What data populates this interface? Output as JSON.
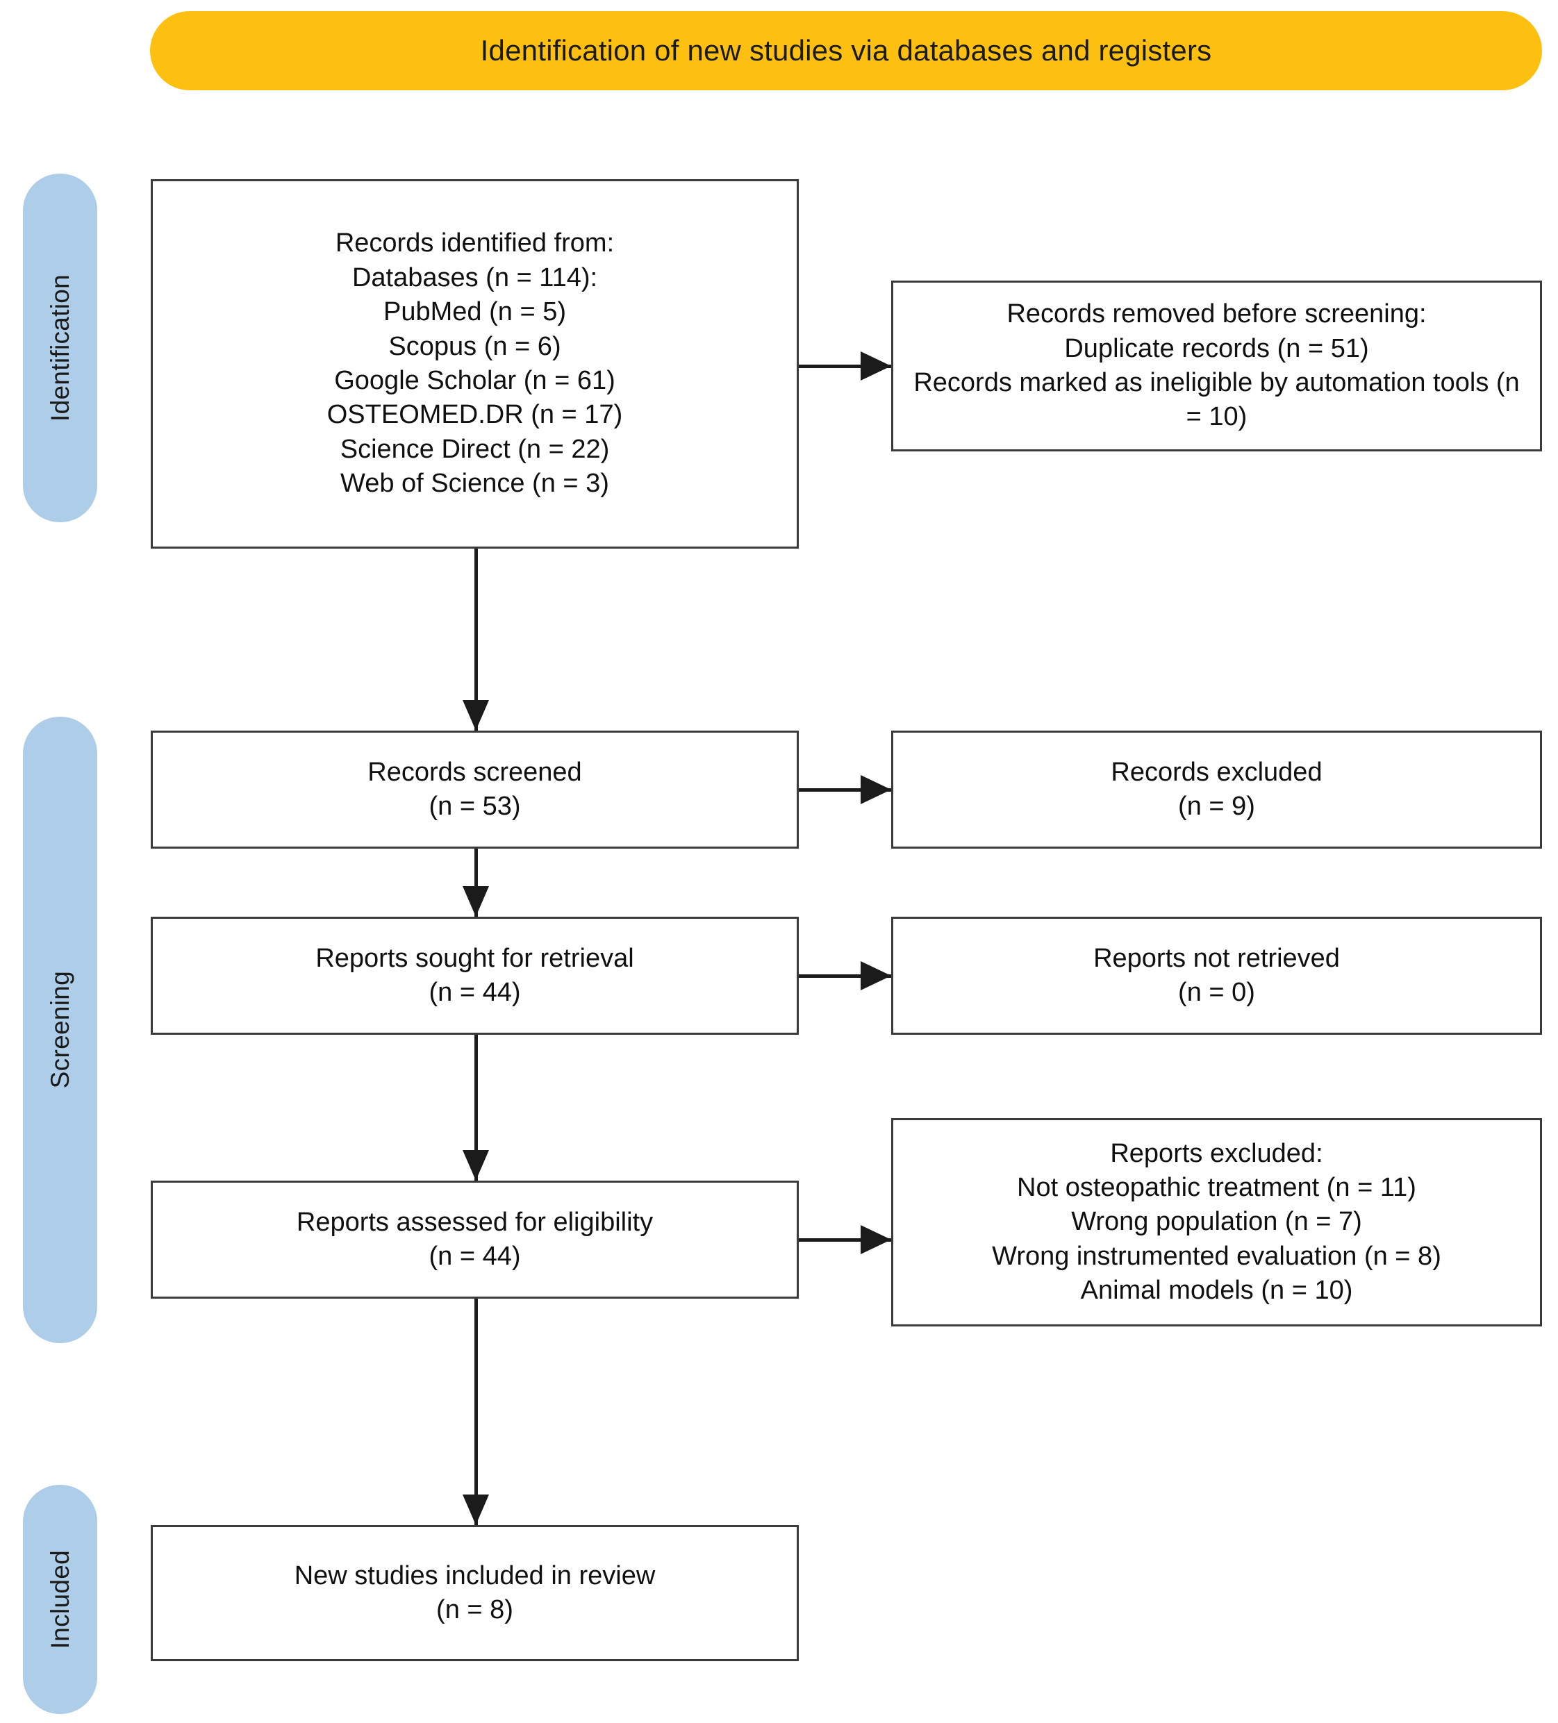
{
  "banner": {
    "title": "Identification of new studies via databases and registers",
    "color": "#fdc010"
  },
  "stages": {
    "color": "#aecde8",
    "items": [
      {
        "label": "Identification"
      },
      {
        "label": "Screening"
      },
      {
        "label": "Included"
      }
    ]
  },
  "boxes": {
    "identified": {
      "lines": [
        "Records identified from:",
        "Databases (n = 114):",
        "PubMed (n = 5)",
        "Scopus (n = 6)",
        "Google Scholar (n = 61)",
        "OSTEOMED.DR (n = 17)",
        "Science Direct (n = 22)",
        "Web of Science (n = 3)"
      ]
    },
    "removed": {
      "lines": [
        "Records removed before screening:",
        "Duplicate records (n = 51)",
        "Records marked as ineligible by automation tools (n = 10)"
      ]
    },
    "screened": {
      "lines": [
        "Records screened",
        "(n = 53)"
      ]
    },
    "excluded": {
      "lines": [
        "Records excluded",
        "(n = 9)"
      ]
    },
    "sought": {
      "lines": [
        "Reports sought for retrieval",
        "(n = 44)"
      ]
    },
    "not_retrieved": {
      "lines": [
        "Reports not retrieved",
        "(n = 0)"
      ]
    },
    "assessed": {
      "lines": [
        "Reports assessed for eligibility",
        "(n = 44)"
      ]
    },
    "reports_excluded": {
      "lines": [
        "Reports excluded:",
        "Not osteopathic treatment (n = 11)",
        "Wrong population (n = 7)",
        "Wrong instrumented evaluation (n = 8)",
        "Animal models (n = 10)"
      ]
    },
    "included": {
      "lines": [
        "New studies included in review",
        "(n = 8)"
      ]
    }
  },
  "chart_data": {
    "type": "diagram",
    "title": "PRISMA 2020 flow diagram for new systematic reviews which included searches of databases and registers only",
    "stages": [
      "Identification",
      "Screening",
      "Included"
    ],
    "nodes": [
      {
        "id": "identified",
        "stage": "Identification",
        "label": "Records identified from: Databases (n = 114)",
        "value": 114,
        "breakdown": [
          {
            "source": "PubMed",
            "n": 5
          },
          {
            "source": "Scopus",
            "n": 6
          },
          {
            "source": "Google Scholar",
            "n": 61
          },
          {
            "source": "OSTEOMED.DR",
            "n": 17
          },
          {
            "source": "Science Direct",
            "n": 22
          },
          {
            "source": "Web of Science",
            "n": 3
          }
        ]
      },
      {
        "id": "removed",
        "stage": "Identification",
        "label": "Records removed before screening",
        "breakdown": [
          {
            "reason": "Duplicate records",
            "n": 51
          },
          {
            "reason": "Records marked as ineligible by automation tools",
            "n": 10
          }
        ]
      },
      {
        "id": "screened",
        "stage": "Screening",
        "label": "Records screened",
        "value": 53
      },
      {
        "id": "excluded",
        "stage": "Screening",
        "label": "Records excluded",
        "value": 9
      },
      {
        "id": "sought",
        "stage": "Screening",
        "label": "Reports sought for retrieval",
        "value": 44
      },
      {
        "id": "not_retrieved",
        "stage": "Screening",
        "label": "Reports not retrieved",
        "value": 0
      },
      {
        "id": "assessed",
        "stage": "Screening",
        "label": "Reports assessed for eligibility",
        "value": 44
      },
      {
        "id": "reports_excluded",
        "stage": "Screening",
        "label": "Reports excluded",
        "breakdown": [
          {
            "reason": "Not osteopathic treatment",
            "n": 11
          },
          {
            "reason": "Wrong population",
            "n": 7
          },
          {
            "reason": "Wrong instrumented evaluation",
            "n": 8
          },
          {
            "reason": "Animal models",
            "n": 10
          }
        ]
      },
      {
        "id": "included",
        "stage": "Included",
        "label": "New studies included in review",
        "value": 8
      }
    ],
    "edges": [
      {
        "from": "identified",
        "to": "removed",
        "direction": "right"
      },
      {
        "from": "identified",
        "to": "screened",
        "direction": "down"
      },
      {
        "from": "screened",
        "to": "excluded",
        "direction": "right"
      },
      {
        "from": "screened",
        "to": "sought",
        "direction": "down"
      },
      {
        "from": "sought",
        "to": "not_retrieved",
        "direction": "right"
      },
      {
        "from": "sought",
        "to": "assessed",
        "direction": "down"
      },
      {
        "from": "assessed",
        "to": "reports_excluded",
        "direction": "right"
      },
      {
        "from": "assessed",
        "to": "included",
        "direction": "down"
      }
    ]
  }
}
